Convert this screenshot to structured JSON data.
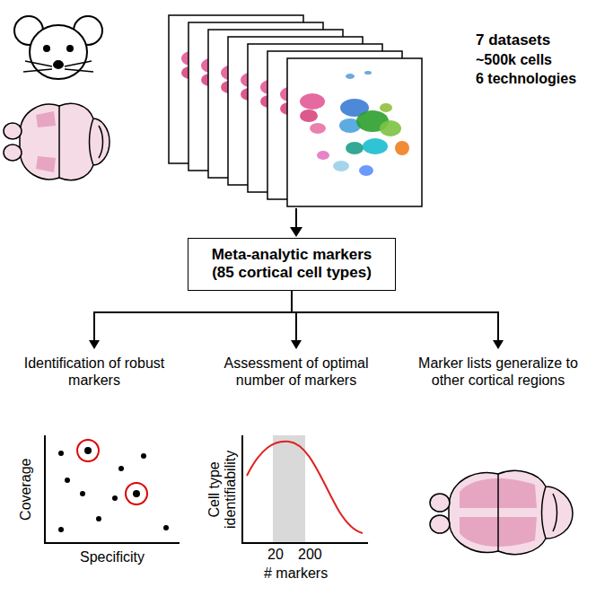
{
  "diagram": {
    "nodes": [
      {
        "text": [
          "Meta-analytic markers (85 cortical cell types)"
        ]
      },
      {
        "text": [
          "Identification of robust markers"
        ]
      },
      {
        "text": [
          "Assessment of optimal number of markers"
        ]
      },
      {
        "text": [
          "Marker lists generalize to other cortical regions"
        ]
      }
    ],
    "edges": [
      {
        "from": 0,
        "to": 1,
        "arrow": "to"
      },
      {
        "from": 0,
        "to": 2,
        "arrow": "to"
      },
      {
        "from": 0,
        "to": 3,
        "arrow": "to"
      }
    ],
    "labels": [
      "7 datasets",
      "~500k cells",
      "6 technologies",
      "Coverage",
      "Specificity",
      "Cell type identifiability",
      "20",
      "200",
      "# markers"
    ]
  }
}
